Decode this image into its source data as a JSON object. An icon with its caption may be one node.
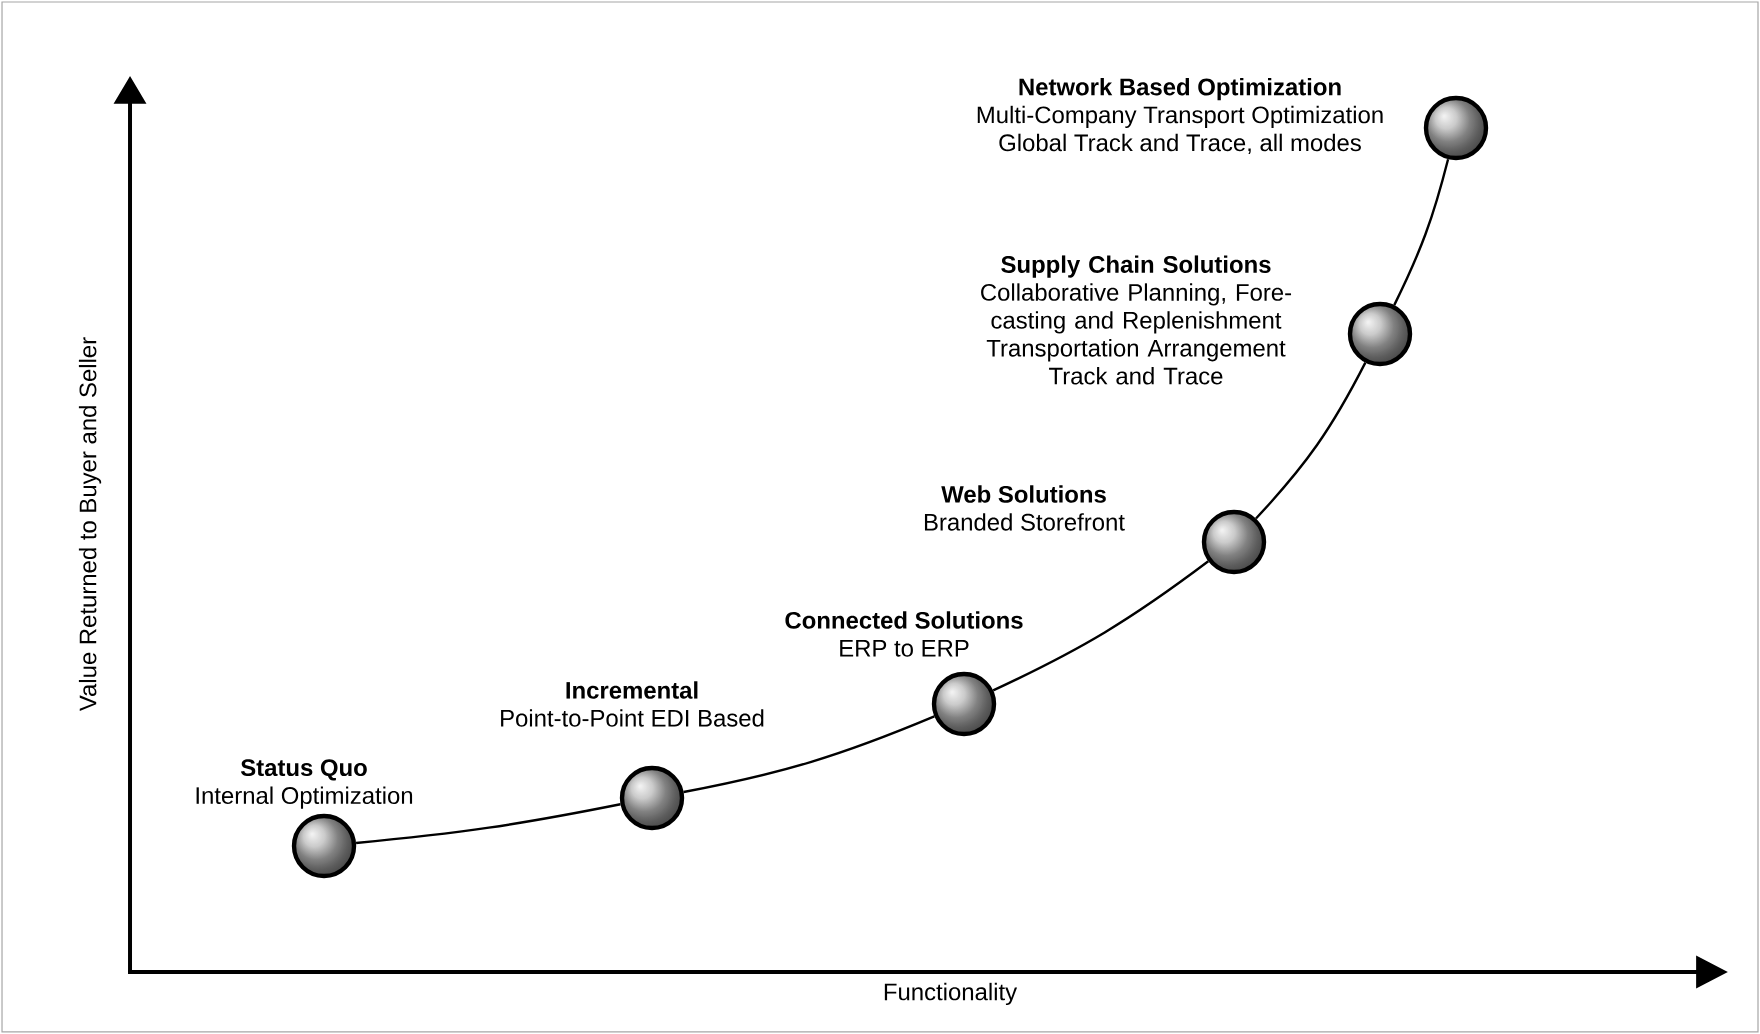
{
  "diagram": {
    "nodes": [
      {
        "text": [
          "Status Quo",
          "Internal Optimization"
        ]
      },
      {
        "text": [
          "Incremental",
          "Point-to-Point EDI Based"
        ]
      },
      {
        "text": [
          "Connected Solutions",
          "ERP to ERP"
        ]
      },
      {
        "text": [
          "Web Solutions",
          "Branded Storefront"
        ]
      },
      {
        "text": [
          "Supply Chain Solutions",
          "Collaborative Planning, Fore-casting and Replenishment",
          "Transportation Arrangement",
          "Track and Trace"
        ]
      },
      {
        "text": [
          "Network Based Optimization",
          "Multi-Company Transport Optimization",
          "Global Track and Trace, all modes"
        ]
      }
    ],
    "edges": [
      {
        "from": 0,
        "to": 1,
        "arrow": "none"
      },
      {
        "from": 1,
        "to": 2,
        "arrow": "none"
      },
      {
        "from": 2,
        "to": 3,
        "arrow": "none"
      },
      {
        "from": 3,
        "to": 4,
        "arrow": "none"
      },
      {
        "from": 4,
        "to": 5,
        "arrow": "none"
      }
    ],
    "labels": [
      "Value Returned to Buyer and Seller",
      "Functionality"
    ]
  }
}
